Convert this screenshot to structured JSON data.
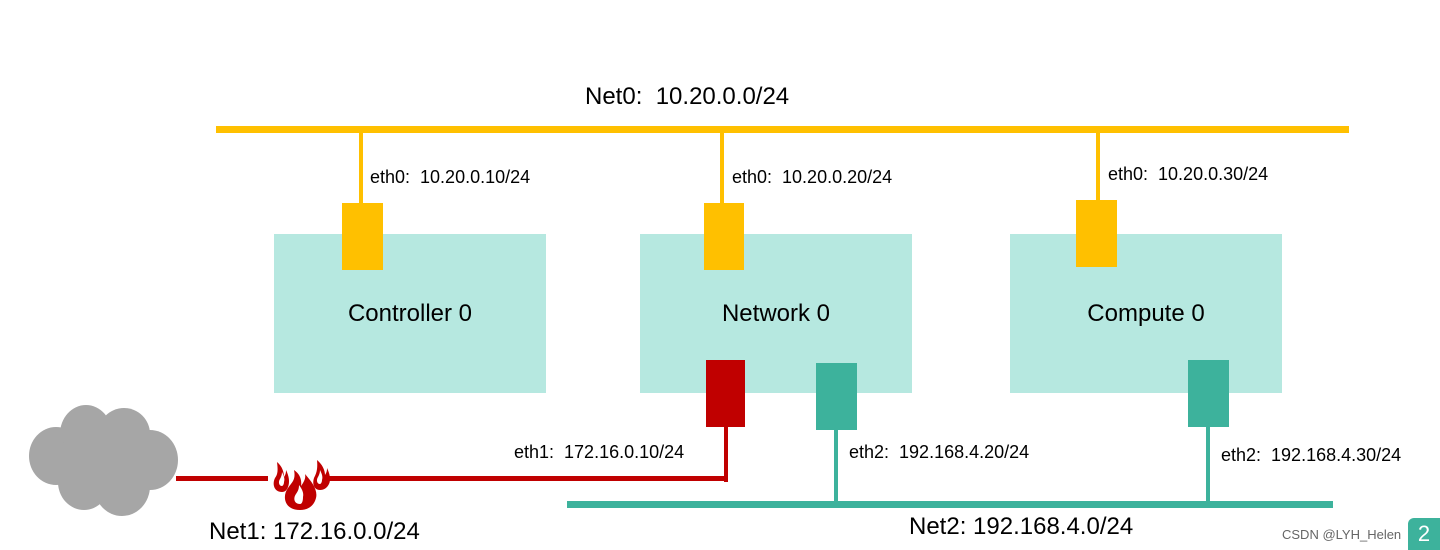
{
  "diagram": {
    "net0": {
      "label": "Net0:  10.20.0.0/24",
      "color": "#FFC000"
    },
    "net1": {
      "label": "Net1: 172.16.0.0/24",
      "color": "#C00000"
    },
    "net2": {
      "label": "Net2: 192.168.4.0/24",
      "color": "#3DB29C"
    },
    "node_color": "#B6E8E0",
    "nodes": {
      "controller": {
        "name": "Controller 0",
        "eth0": "eth0:  10.20.0.10/24"
      },
      "network": {
        "name": "Network 0",
        "eth0": "eth0:  10.20.0.20/24",
        "eth1": "eth1:  172.16.0.10/24",
        "eth2": "eth2:  192.168.4.20/24"
      },
      "compute": {
        "name": "Compute 0",
        "eth0": "eth0:  10.20.0.30/24",
        "eth2": "eth2:  192.168.4.30/24"
      }
    },
    "icons": [
      "cloud-icon",
      "firewall-icon"
    ]
  },
  "watermark": {
    "text": "CSDN @LYH_Helen",
    "badge": "2"
  }
}
